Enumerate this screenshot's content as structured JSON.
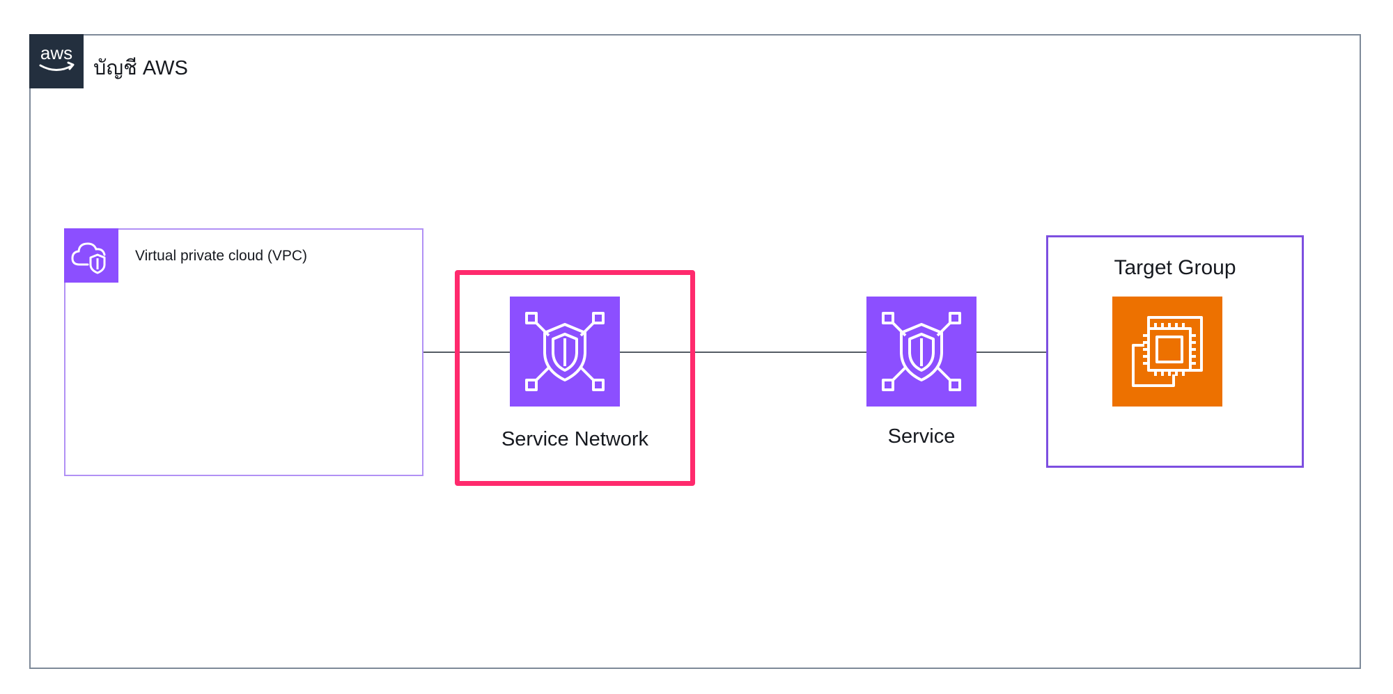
{
  "account": {
    "label": "บัญชี AWS",
    "logo_text": "aws"
  },
  "vpc": {
    "label": "Virtual private cloud (VPC)"
  },
  "service_network": {
    "label": "Service Network"
  },
  "service": {
    "label": "Service"
  },
  "target_group": {
    "label": "Target Group"
  },
  "colors": {
    "service_purple": "#8c4fff",
    "ec2_orange": "#ed7100",
    "aws_dark": "#232f3e",
    "highlight_pink": "#ff2a6d",
    "target_border": "#7d4fe0"
  },
  "icons": {
    "account": "aws-logo-icon",
    "vpc": "vpc-cloud-icon",
    "service_network": "lattice-service-network-icon",
    "service": "lattice-service-icon",
    "target": "ec2-instance-icon"
  }
}
